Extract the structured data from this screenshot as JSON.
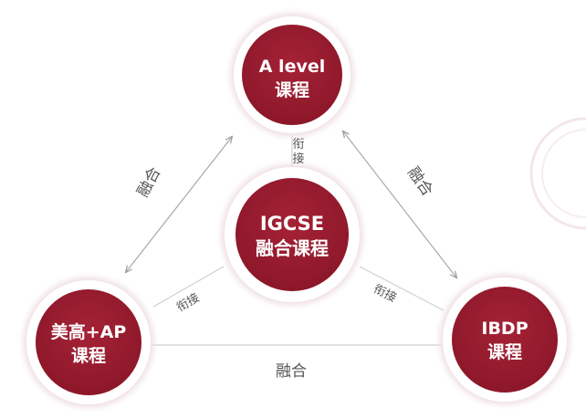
{
  "nodes": {
    "top": {
      "line1": "A  level",
      "line2": "课程"
    },
    "center": {
      "line1": "IGCSE",
      "line2": "融合课程"
    },
    "left": {
      "line1": "美高+AP",
      "line2": "课程"
    },
    "right": {
      "line1": "IBDP",
      "line2": "课程"
    }
  },
  "edges": {
    "center_top_line1": "衔",
    "center_top_line2": "接",
    "center_left": "衔接",
    "center_right": "衔接",
    "left_top": "融合",
    "right_top": "融合",
    "left_right": "融合"
  },
  "colors": {
    "node_fill": "#9b1b30",
    "node_ring": "#e6d4d6",
    "line": "#c9c9c9",
    "arrow": "#9a9a9a",
    "watermark": "#f4e9ea"
  }
}
